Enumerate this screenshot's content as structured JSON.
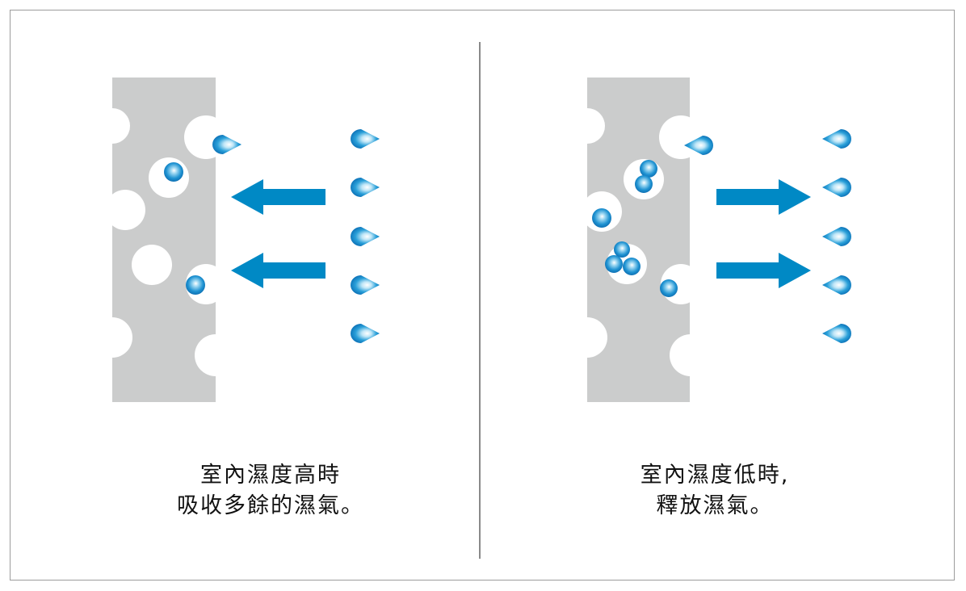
{
  "panels": [
    {
      "id": "absorb",
      "caption_lines": [
        "室內濕度高時",
        "吸收多餘的濕氣。"
      ],
      "arrow_direction": "left",
      "droplet_tail": "right"
    },
    {
      "id": "release",
      "caption_lines": [
        "室內濕度低時,",
        "釋放濕氣。"
      ],
      "arrow_direction": "right",
      "droplet_tail": "left"
    }
  ],
  "colors": {
    "wall": "#cbcccc",
    "arrow": "#0089c5",
    "droplet_dark": "#0a78bd",
    "droplet_light": "#ffffff",
    "frame": "#9c9c9c",
    "divider": "#8a8a8a"
  },
  "icons": [
    "water-droplet-icon",
    "arrow-left-icon",
    "arrow-right-icon",
    "porous-wall-icon"
  ]
}
